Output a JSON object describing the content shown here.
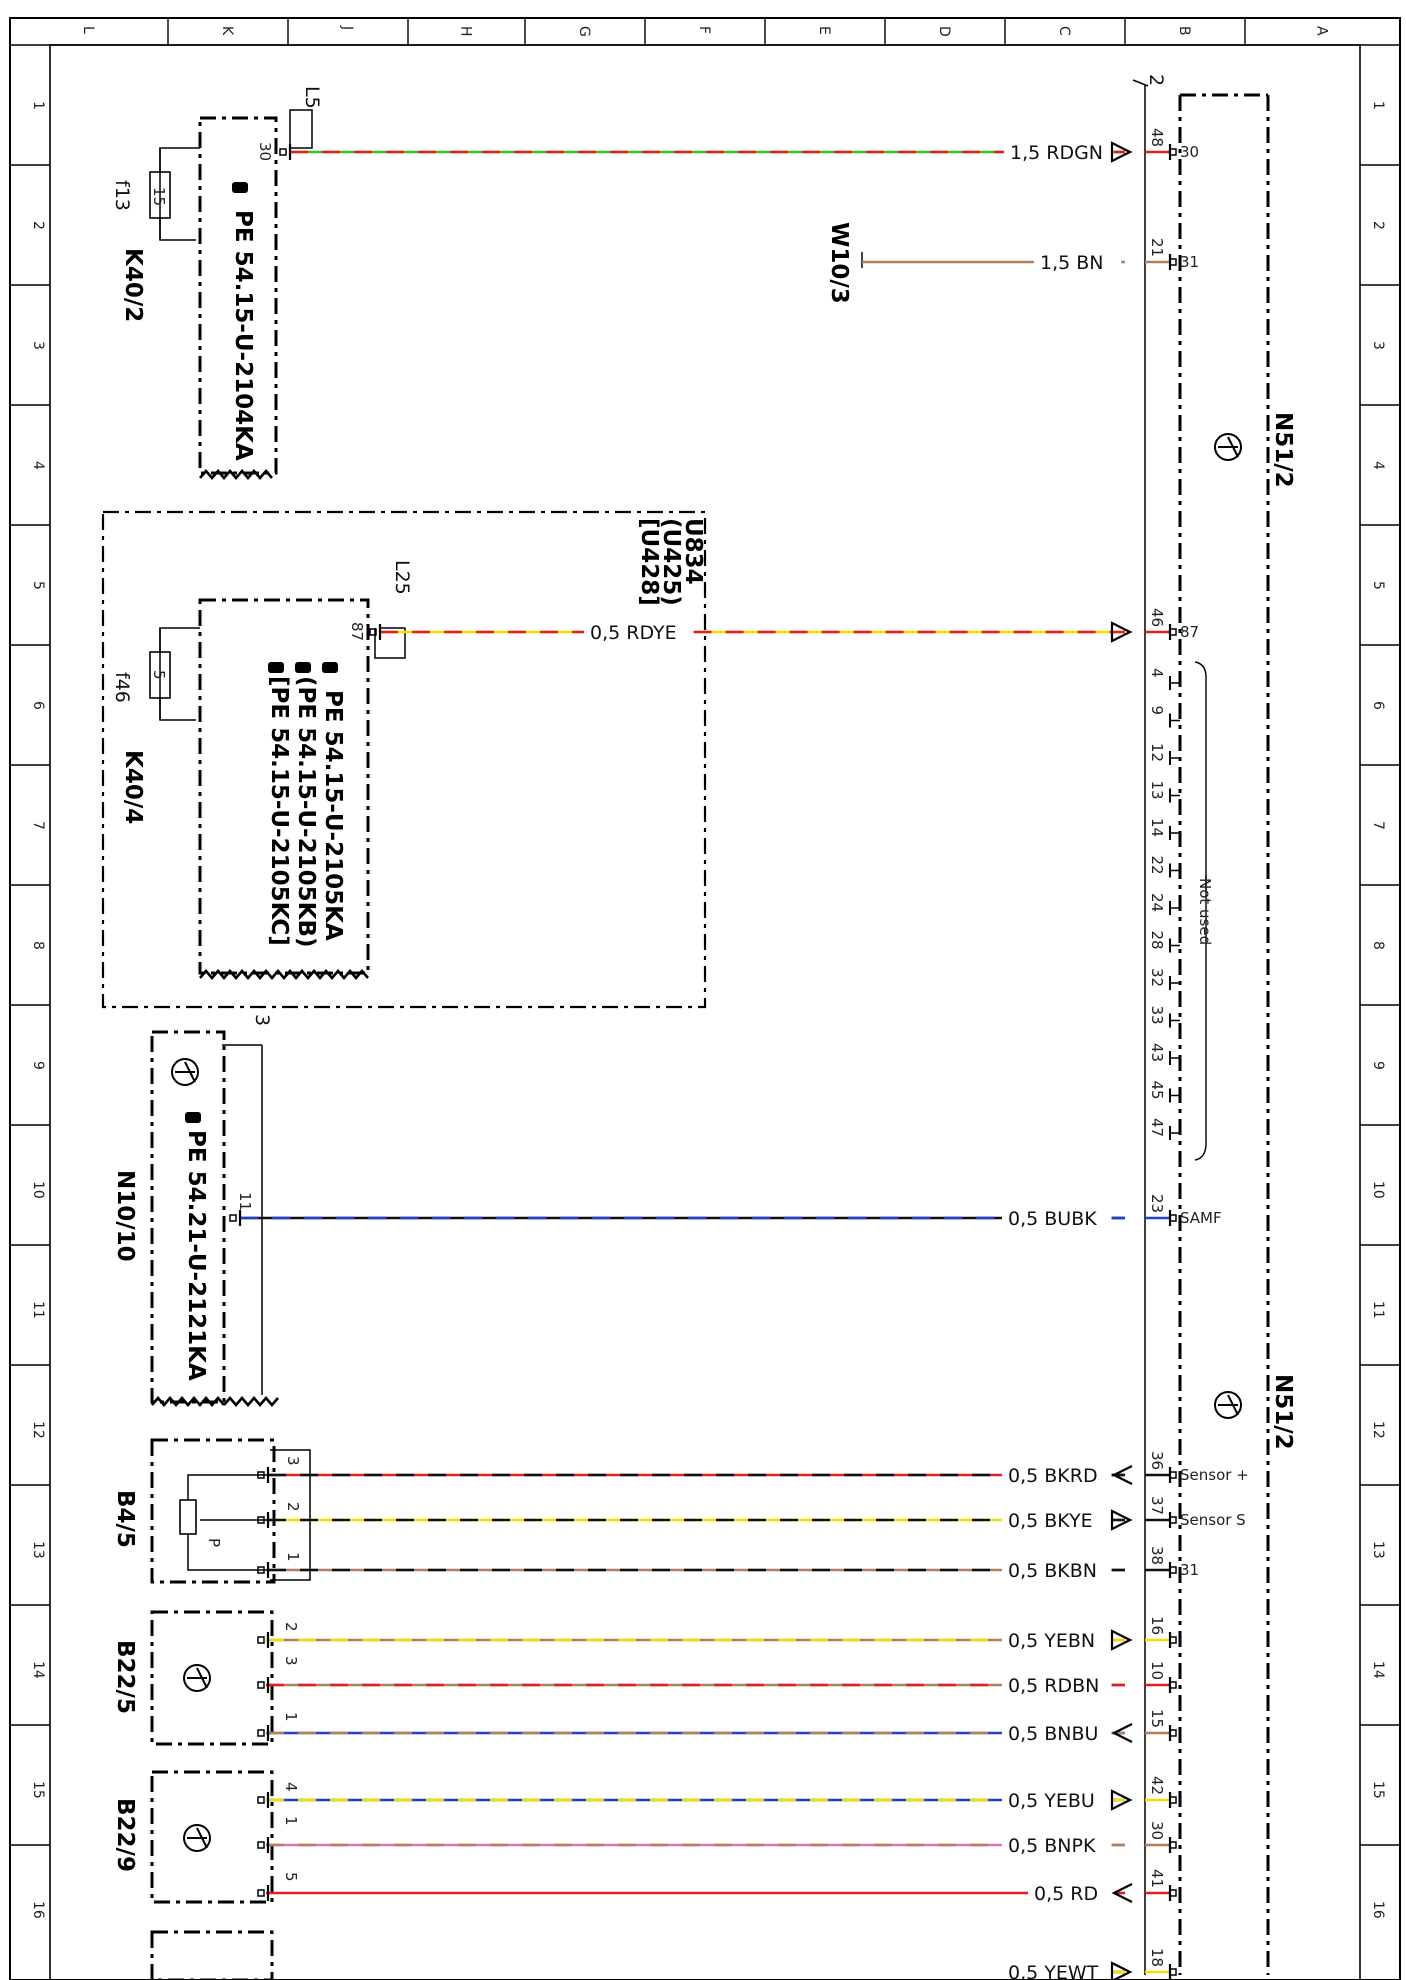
{
  "grid": {
    "columns": [
      "L",
      "K",
      "J",
      "H",
      "G",
      "F",
      "E",
      "D",
      "C",
      "B",
      "A"
    ],
    "rows": [
      "1",
      "2",
      "3",
      "4",
      "5",
      "6",
      "7",
      "8",
      "9",
      "10",
      "11",
      "12",
      "13",
      "14",
      "15",
      "16"
    ]
  },
  "components": {
    "k40_2": {
      "name": "K40/2",
      "fuse": "f13",
      "fuse_rating": "15",
      "ref": "PE 54.15-U-2104KA",
      "pin": "30",
      "splice": "L5"
    },
    "k40_4": {
      "name": "K40/4",
      "fuse": "f46",
      "fuse_rating": "5",
      "refs": [
        "PE 54.15-U-2105KA",
        "(PE 54.15-U-2105KB)",
        "[PE 54.15-U-2105KC]"
      ],
      "pin": "87",
      "splice": "L25"
    },
    "variant_box": {
      "codes": [
        "U834",
        "(U425)",
        "[U428]"
      ]
    },
    "n10_10": {
      "name": "N10/10",
      "ref": "PE 54.21-U-2121KA",
      "pin": "11",
      "corner": "3"
    },
    "b4_5": {
      "name": "B4/5",
      "pins": [
        "3",
        "2",
        "1"
      ],
      "wiper": "P"
    },
    "b22_5": {
      "name": "B22/5",
      "pins": [
        "2",
        "3",
        "1"
      ]
    },
    "b22_9": {
      "name": "B22/9",
      "pins": [
        "4",
        "1",
        "5"
      ]
    },
    "w10_3": {
      "name": "W10/3"
    },
    "n51_2": {
      "name": "N51/2",
      "connector": "2",
      "not_used": "Not used",
      "not_used_pins": [
        "4",
        "9",
        "12",
        "13",
        "14",
        "22",
        "24",
        "28",
        "32",
        "33",
        "43",
        "45",
        "47"
      ]
    }
  },
  "wires": [
    {
      "label": "1,5 RDGN",
      "pin": "48",
      "term": "30"
    },
    {
      "label": "1,5 BN",
      "pin": "21",
      "term": "31"
    },
    {
      "label": "0,5 RDYE",
      "pin": "46",
      "term": "87"
    },
    {
      "label": "0,5 BUBK",
      "pin": "23",
      "term": "SAMF"
    },
    {
      "label": "0,5 BKRD",
      "pin": "36",
      "term": "Sensor +"
    },
    {
      "label": "0,5 BKYE",
      "pin": "37",
      "term": "Sensor S"
    },
    {
      "label": "0,5 BKBN",
      "pin": "38",
      "term": "31"
    },
    {
      "label": "0,5 YEBN",
      "pin": "16",
      "term": ""
    },
    {
      "label": "0,5 RDBN",
      "pin": "10",
      "term": ""
    },
    {
      "label": "0,5 BNBU",
      "pin": "15",
      "term": ""
    },
    {
      "label": "0,5 YEBU",
      "pin": "42",
      "term": ""
    },
    {
      "label": "0,5 BNPK",
      "pin": "30",
      "term": ""
    },
    {
      "label": "0,5 RD",
      "pin": "41",
      "term": ""
    },
    {
      "label": "0,5 YEWT",
      "pin": "18",
      "term": ""
    }
  ],
  "colors": {
    "red": "#e02020",
    "green": "#30c030",
    "brown": "#b08060",
    "yellow": "#f0e000",
    "blue": "#2040d0",
    "black": "#111111",
    "pink": "#e070c0"
  }
}
